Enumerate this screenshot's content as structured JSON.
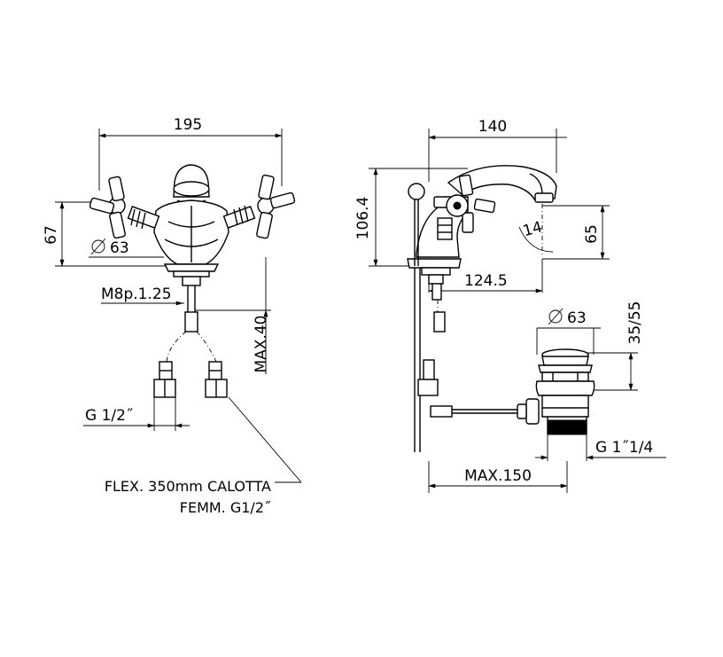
{
  "front_view": {
    "overall_width": "195",
    "height": "67",
    "base_diameter": "63",
    "thread": "M8p.1.25",
    "max_depth": "MAX.40",
    "supply_thread": "G  1/2˝"
  },
  "side_view": {
    "width": "140",
    "height": "106.4",
    "angle": "14",
    "spout_height": "65",
    "spout_reach": "124.5"
  },
  "waste": {
    "diameter": "63",
    "height": "35/55",
    "thread": "G  1˝1/4",
    "max_rod": "MAX.150"
  },
  "note": {
    "line1": "FLEX. 350mm CALOTTA",
    "line2": "FEMM. G1/2˝"
  },
  "colors": {
    "line": "#000000",
    "background": "#ffffff"
  }
}
